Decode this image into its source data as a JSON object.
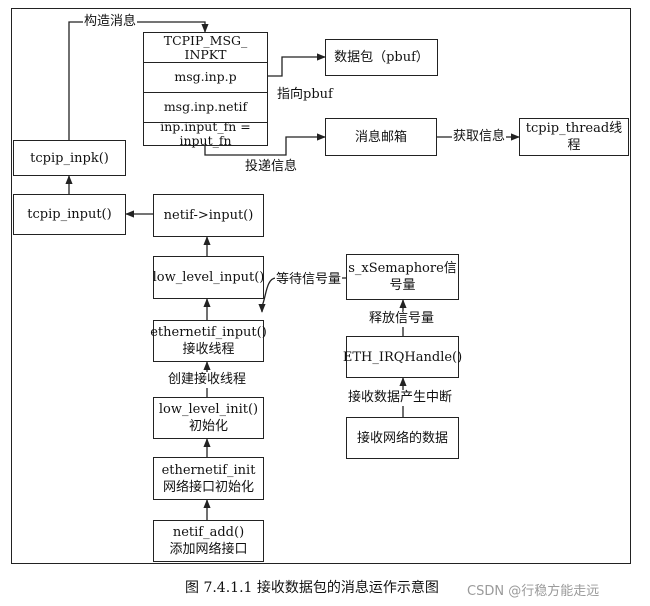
{
  "labels": {
    "construct_msg": "构造消息",
    "point_pbuf": "指向pbuf",
    "deliver_msg": "投递信息",
    "get_msg": "获取信息",
    "wait_sem": "等待信号量",
    "release_sem": "释放信号量",
    "create_thread": "创建接收线程",
    "interrupt": "接收数据产生中断"
  },
  "msg_struct": {
    "title_line1": "TCPIP_MSG_",
    "title_line2": "INPKT",
    "field_p": "msg.inp.p",
    "field_netif": "msg.inp.netif",
    "field_fn_line1": "inp.input_fn =",
    "field_fn_line2": "input_fn"
  },
  "boxes": {
    "packet": "数据包（pbuf）",
    "mailbox": "消息邮箱",
    "tcpip_thread": "tcpip_thread线程",
    "tcpip_inpk": "tcpip_inpk()",
    "tcpip_input": "tcpip_input()",
    "netif_input": "netif->input()",
    "low_level_input": "low_level_input()",
    "semaphore_line1": "s_xSemaphore信",
    "semaphore_line2": "号量",
    "ethernetif_input_line1": "ethernetif_input()",
    "ethernetif_input_line2": "接收线程",
    "eth_irq": "ETH_IRQHandle()",
    "low_level_init_line1": "low_level_init()",
    "low_level_init_line2": "初始化",
    "recv_data": "接收网络的数据",
    "ethernetif_init_line1": "ethernetif_init",
    "ethernetif_init_line2": "网络接口初始化",
    "netif_add_line1": "netif_add()",
    "netif_add_line2": "添加网络接口"
  },
  "caption": "图 7.4.1.1 接收数据包的消息运作示意图",
  "watermark": "CSDN @行稳方能走远"
}
